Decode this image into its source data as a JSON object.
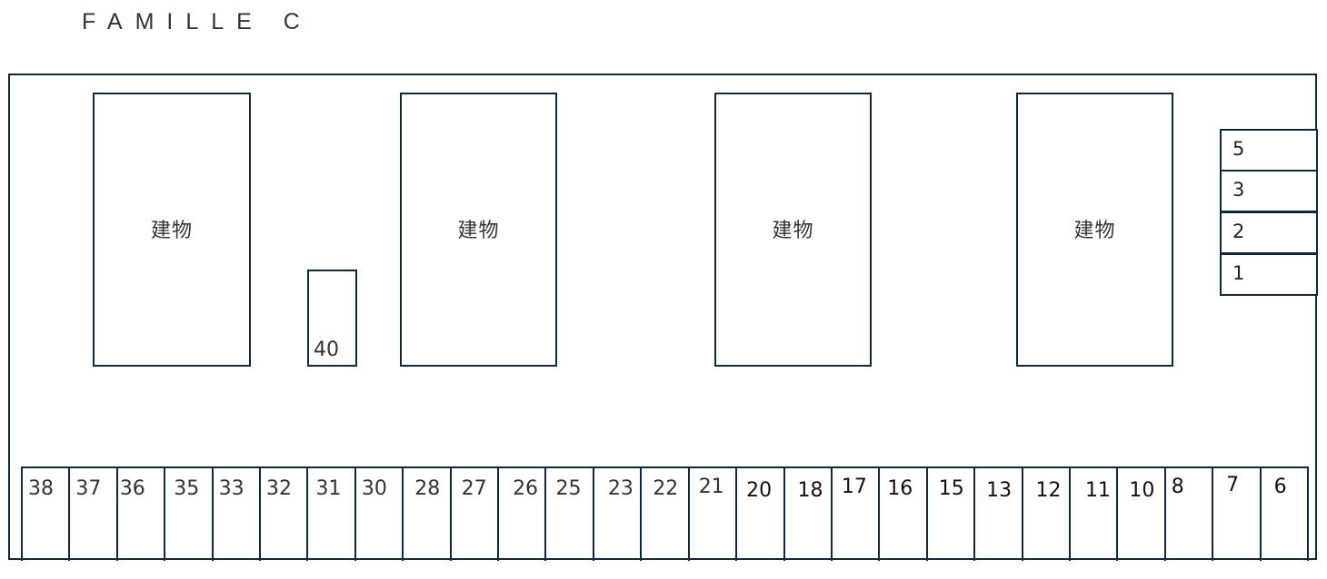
{
  "title": "FAMILLE C",
  "colors": {
    "line": "#0f2a3c",
    "text": "#333333",
    "background": "#ffffff"
  },
  "buildings": [
    {
      "label": "建物"
    },
    {
      "label": "建物"
    },
    {
      "label": "建物"
    },
    {
      "label": "建物"
    }
  ],
  "standalone_spot": {
    "label": "40"
  },
  "right_stack": [
    {
      "label": "5"
    },
    {
      "label": "3"
    },
    {
      "label": "2"
    },
    {
      "label": "1"
    }
  ],
  "bottom_row": [
    {
      "label": "38"
    },
    {
      "label": "37"
    },
    {
      "label": "36"
    },
    {
      "label": "35"
    },
    {
      "label": "33"
    },
    {
      "label": "32"
    },
    {
      "label": "31"
    },
    {
      "label": "30"
    },
    {
      "label": "28"
    },
    {
      "label": "27"
    },
    {
      "label": "26"
    },
    {
      "label": "25"
    },
    {
      "label": "23"
    },
    {
      "label": "22"
    },
    {
      "label": "21"
    },
    {
      "label": "20"
    },
    {
      "label": "18"
    },
    {
      "label": "17"
    },
    {
      "label": "16"
    },
    {
      "label": "15"
    },
    {
      "label": "13"
    },
    {
      "label": "12"
    },
    {
      "label": "11"
    },
    {
      "label": "10"
    },
    {
      "label": "8"
    },
    {
      "label": "7"
    },
    {
      "label": "6"
    }
  ]
}
